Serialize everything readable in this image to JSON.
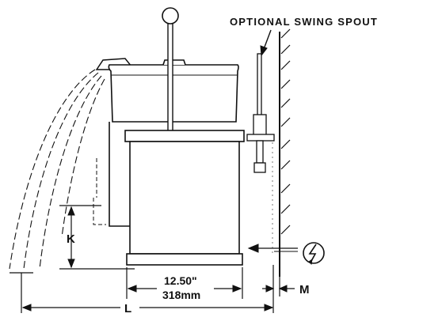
{
  "diagram": {
    "callout_swing_spout": "OPTIONAL SWING SPOUT",
    "dim_k": "K",
    "dim_l": "L",
    "dim_m": "M",
    "dim_width_in": "12.50\"",
    "dim_width_mm": "318mm",
    "electrical_symbol": "electrical-connection-icon"
  }
}
